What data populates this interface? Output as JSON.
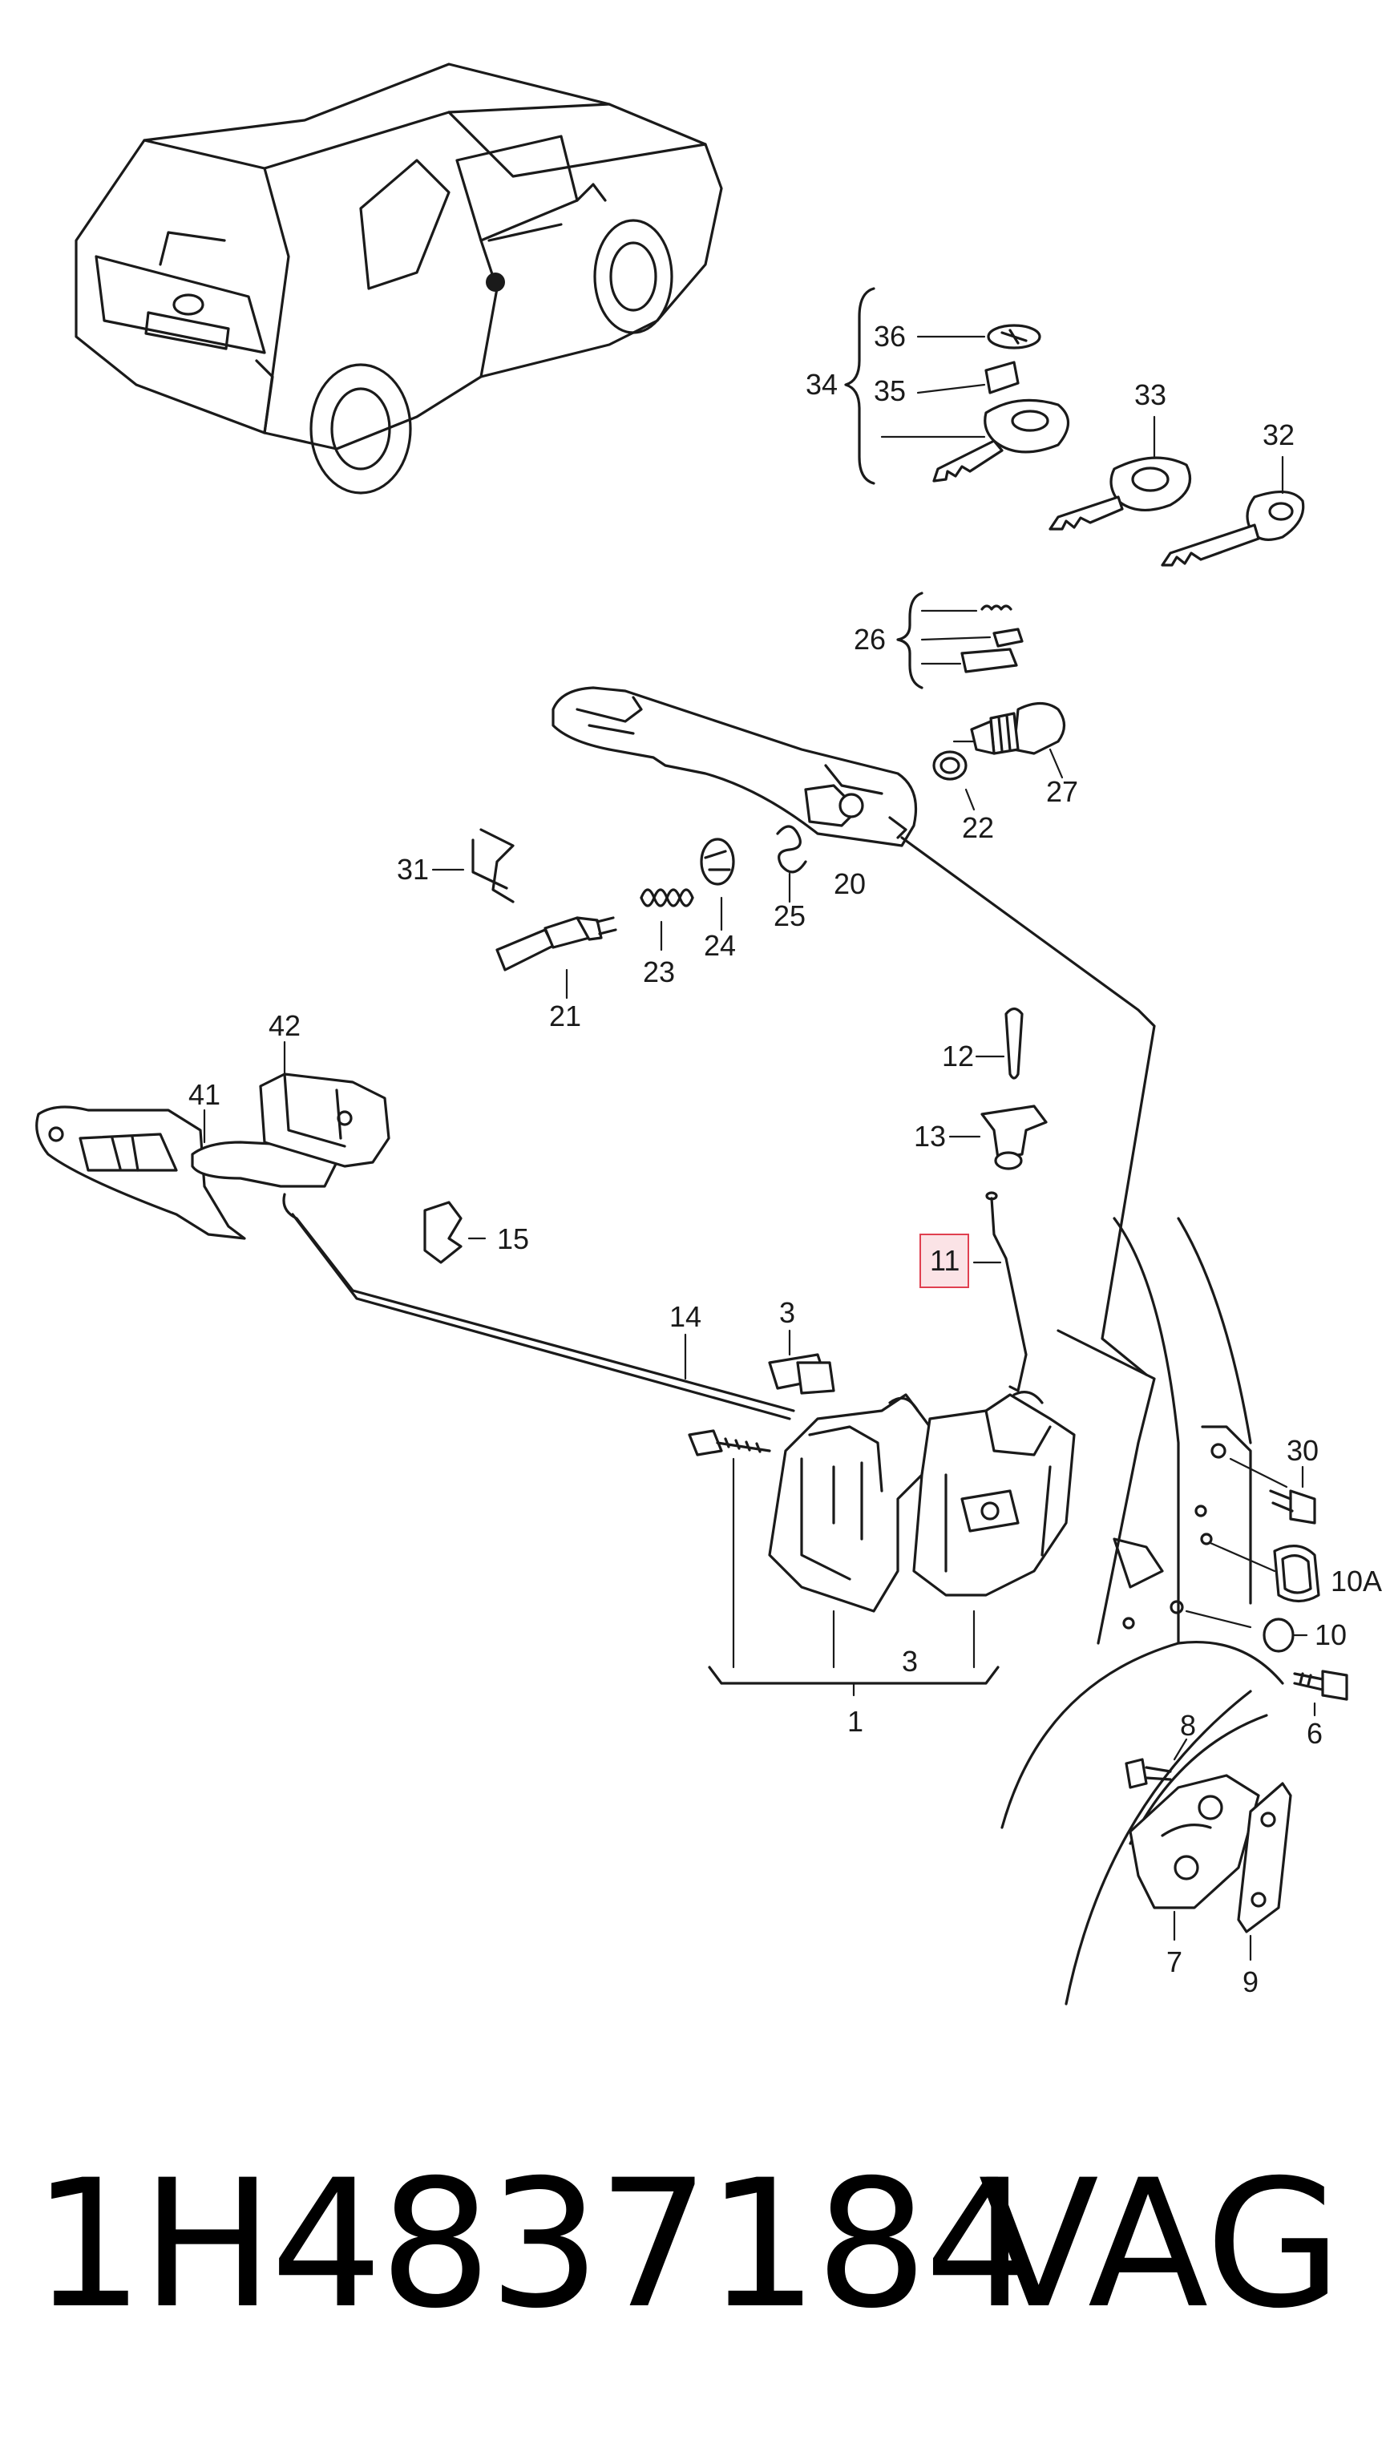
{
  "callouts": {
    "c1": "1",
    "c3a": "3",
    "c3b": "3",
    "c6": "6",
    "c7": "7",
    "c8": "8",
    "c9": "9",
    "c10": "10",
    "c10a": "10A",
    "c11": "11",
    "c12": "12",
    "c13": "13",
    "c14": "14",
    "c15": "15",
    "c20": "20",
    "c21": "21",
    "c22": "22",
    "c23": "23",
    "c24": "24",
    "c25": "25",
    "c26": "26",
    "c27": "27",
    "c30": "30",
    "c31": "31",
    "c32": "32",
    "c33": "33",
    "c34": "34",
    "c35": "35",
    "c36": "36",
    "c41": "41",
    "c42": "42"
  },
  "highlighted_callout": "11",
  "highlight_color": "#e04050",
  "highlight_fill": "#fbe3e6",
  "footer": {
    "part_number": "1H4837184",
    "brand": "VAG"
  }
}
